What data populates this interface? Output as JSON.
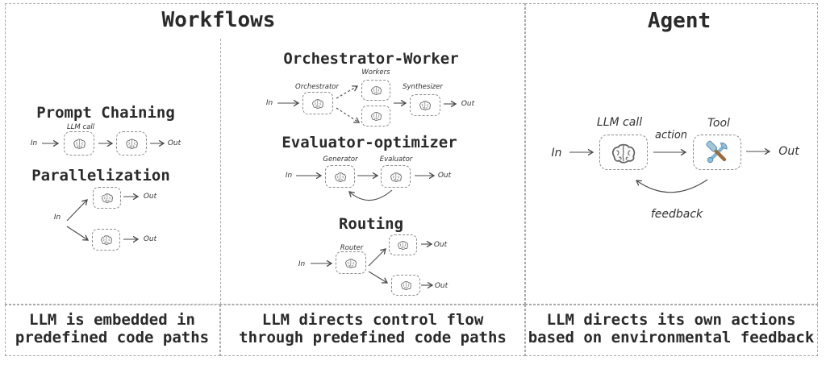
{
  "workflows": {
    "title": "Workflows",
    "caption_left": {
      "line1": "LLM is embedded in",
      "line2": "predefined code paths"
    },
    "caption_middle": {
      "line1": "LLM directs control flow",
      "line2": "through predefined code paths"
    },
    "prompt_chaining": {
      "heading": "Prompt Chaining",
      "llm_call_label": "LLM call",
      "in": "In",
      "out": "Out"
    },
    "parallelization": {
      "heading": "Parallelization",
      "in": "In",
      "out_top": "Out",
      "out_bottom": "Out"
    },
    "orchestrator_worker": {
      "heading": "Orchestrator-Worker",
      "in": "In",
      "out": "Out",
      "orchestrator_label": "Orchestrator",
      "workers_label": "Workers",
      "synthesizer_label": "Synthesizer"
    },
    "evaluator_optimizer": {
      "heading": "Evaluator-optimizer",
      "in": "In",
      "out": "Out",
      "generator_label": "Generator",
      "evaluator_label": "Evaluator"
    },
    "routing": {
      "heading": "Routing",
      "in": "In",
      "out_top": "Out",
      "out_bottom": "Out",
      "router_label": "Router"
    }
  },
  "agent": {
    "title": "Agent",
    "in": "In",
    "out": "Out",
    "llm_call_label": "LLM call",
    "tool_label": "Tool",
    "action_label": "action",
    "feedback_label": "feedback",
    "caption": {
      "line1": "LLM directs its own actions",
      "line2": "based on environmental feedback"
    }
  },
  "icons": {
    "brain": "brain-doodle-icon",
    "tool": "hammer-and-wrench-icon"
  },
  "colors": {
    "panel_border": "#a9a9a9",
    "node_border": "#8a8a8a",
    "arrow": "#4a4a4a",
    "text": "#2a2a2a",
    "wrench_blue": "#7fb5d6",
    "hammer_brown": "#9c6b3c"
  }
}
